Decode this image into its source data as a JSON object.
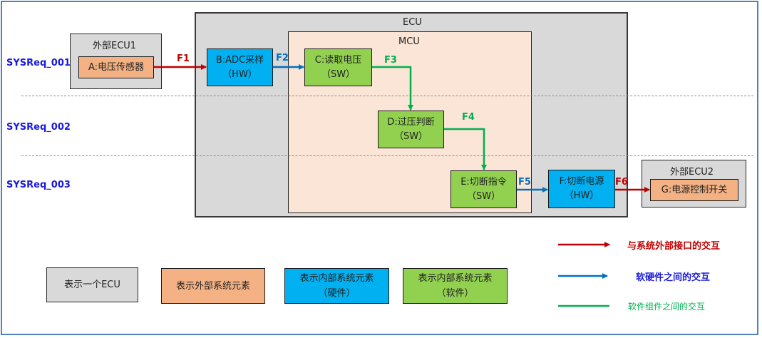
{
  "requirements": [
    "SYSReq_001",
    "SYSReq_002",
    "SYSReq_003"
  ],
  "containers": {
    "ecu": "ECU",
    "mcu": "MCU",
    "external_ecu1": "外部ECU1",
    "external_ecu2": "外部ECU2"
  },
  "nodes": {
    "A": {
      "line1": "A:电压传感器"
    },
    "B": {
      "line1": "B:ADC采样",
      "line2": "（HW）"
    },
    "C": {
      "line1": "C:读取电压",
      "line2": "（SW）"
    },
    "D": {
      "line1": "D:过压判断",
      "line2": "（SW）"
    },
    "E": {
      "line1": "E:切断指令",
      "line2": "（SW）"
    },
    "F": {
      "line1": "F:切断电源",
      "line2": "（HW）"
    },
    "G": {
      "line1": "G:电源控制开关"
    }
  },
  "flows": [
    {
      "id": "F1",
      "from": "A",
      "to": "B",
      "type": "external"
    },
    {
      "id": "F2",
      "from": "B",
      "to": "C",
      "type": "hw-sw"
    },
    {
      "id": "F3",
      "from": "C",
      "to": "D",
      "type": "sw-sw"
    },
    {
      "id": "F4",
      "from": "D",
      "to": "E",
      "type": "sw-sw"
    },
    {
      "id": "F5",
      "from": "E",
      "to": "F",
      "type": "hw-sw"
    },
    {
      "id": "F6",
      "from": "F",
      "to": "G",
      "type": "external"
    }
  ],
  "legend": {
    "boxes": [
      {
        "line1": "表示一个ECU",
        "line2": ""
      },
      {
        "line1": "表示外部系统元素",
        "line2": ""
      },
      {
        "line1": "表示内部系统元素",
        "line2": "（硬件）"
      },
      {
        "line1": "表示内部系统元素",
        "line2": "（软件）"
      }
    ],
    "lines": [
      {
        "label": "与系统外部接口的交互",
        "color": "#c00000"
      },
      {
        "label": "软硬件之间的交互",
        "color": "#0070c0"
      },
      {
        "label": "软件组件之间的交互",
        "color": "#00b050"
      }
    ]
  },
  "colors": {
    "external": "#c00000",
    "hw_sw": "#0070c0",
    "sw_sw": "#00b050",
    "hw_fill": "#00b0f0",
    "sw_fill": "#92d050",
    "ext_fill": "#f4b183",
    "ecu_fill": "#d9d9d9",
    "mcu_fill": "#fbe5d6",
    "req_text": "#1a1adb"
  }
}
